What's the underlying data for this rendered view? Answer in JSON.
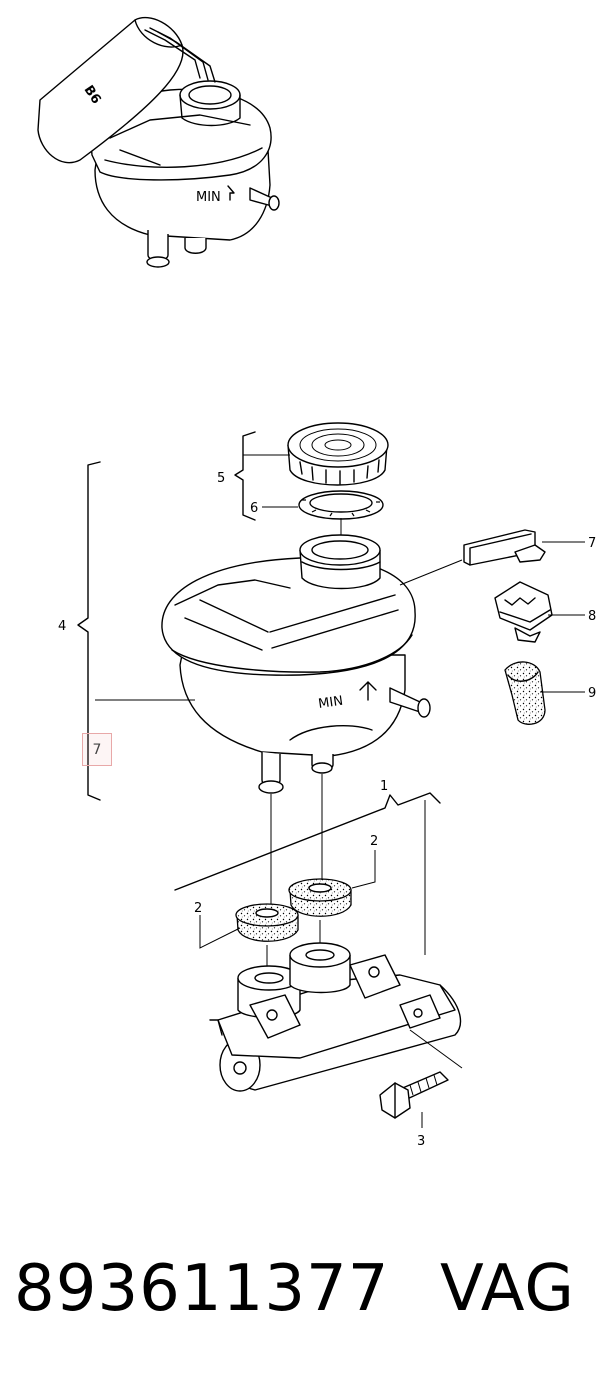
{
  "reservoir_top": {
    "bottle_text": "B6",
    "min_text": "MIN"
  },
  "reservoir_main": {
    "min_text": "MIN"
  },
  "callouts": {
    "c1": "1",
    "c2a": "2",
    "c2b": "2",
    "c3": "3",
    "c4": "4",
    "c5": "5",
    "c6": "6",
    "c7": "7",
    "c8": "8",
    "c9": "9"
  },
  "highlight_label": "7",
  "footer": {
    "part_number": "893611377",
    "brand": "VAG"
  }
}
